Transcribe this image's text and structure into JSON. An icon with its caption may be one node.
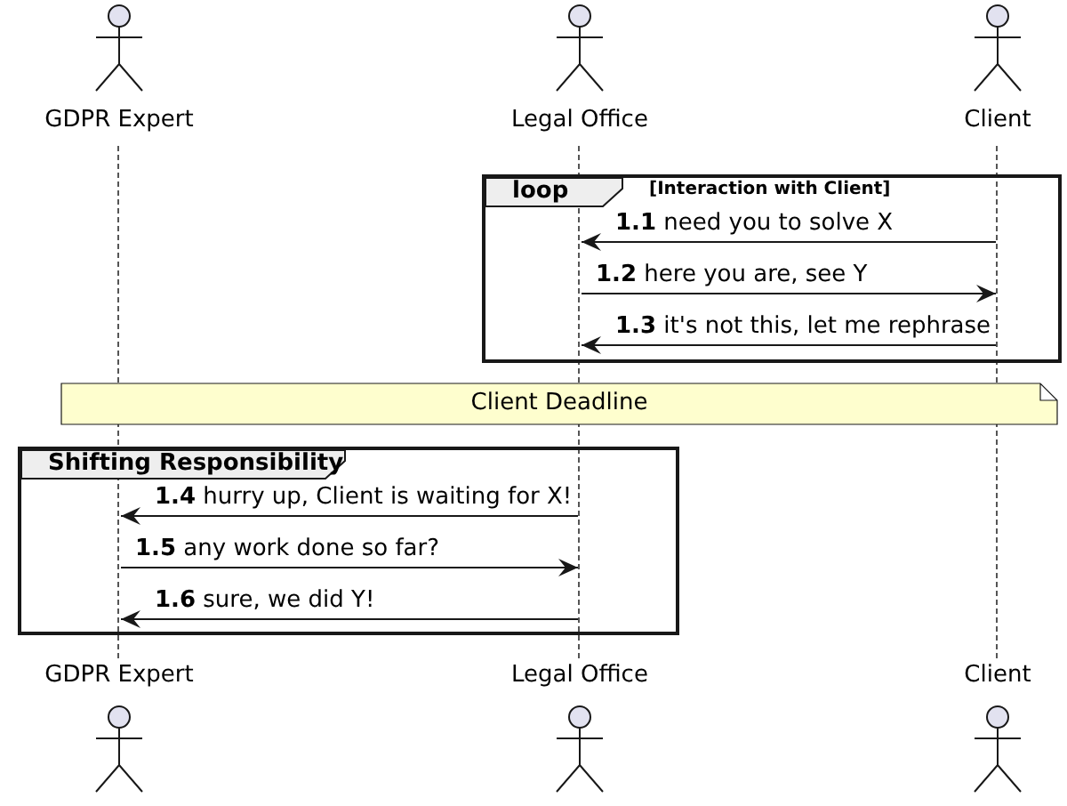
{
  "diagram": {
    "nodes": [
      {
        "text": [
          "GDPR Expert"
        ]
      },
      {
        "text": [
          "Legal Office"
        ]
      },
      {
        "text": [
          "Client"
        ]
      },
      {
        "text": [],
        "shape": "line"
      },
      {
        "text": [],
        "shape": "line"
      },
      {
        "text": [],
        "shape": "line"
      },
      {
        "text": [
          "loop"
        ],
        "beside": [
          "[Interaction with Client]"
        ]
      },
      {
        "text": [
          "Client Deadline"
        ]
      },
      {
        "text": [
          "Shifting Responsibility"
        ]
      },
      {
        "text": [
          "GDPR Expert"
        ]
      },
      {
        "text": [
          "Legal Office"
        ]
      },
      {
        "text": [
          "Client"
        ]
      }
    ],
    "edges": [
      {
        "from": 5,
        "to": 4,
        "arrow": "to",
        "label": "**1.1** need you to solve X"
      },
      {
        "from": 4,
        "to": 5,
        "arrow": "to",
        "label": "**1.2** here you are, see Y"
      },
      {
        "from": 5,
        "to": 4,
        "arrow": "to",
        "label": "**1.3** it's not this, let me rephrase"
      },
      {
        "from": 4,
        "to": 3,
        "arrow": "to",
        "label": "**1.4** hurry up, Client is waiting for X!"
      },
      {
        "from": 3,
        "to": 4,
        "arrow": "to",
        "label": "**1.5** any work done so far?"
      },
      {
        "from": 4,
        "to": 3,
        "arrow": "to",
        "label": "**1.6** sure, we did Y!"
      }
    ]
  }
}
